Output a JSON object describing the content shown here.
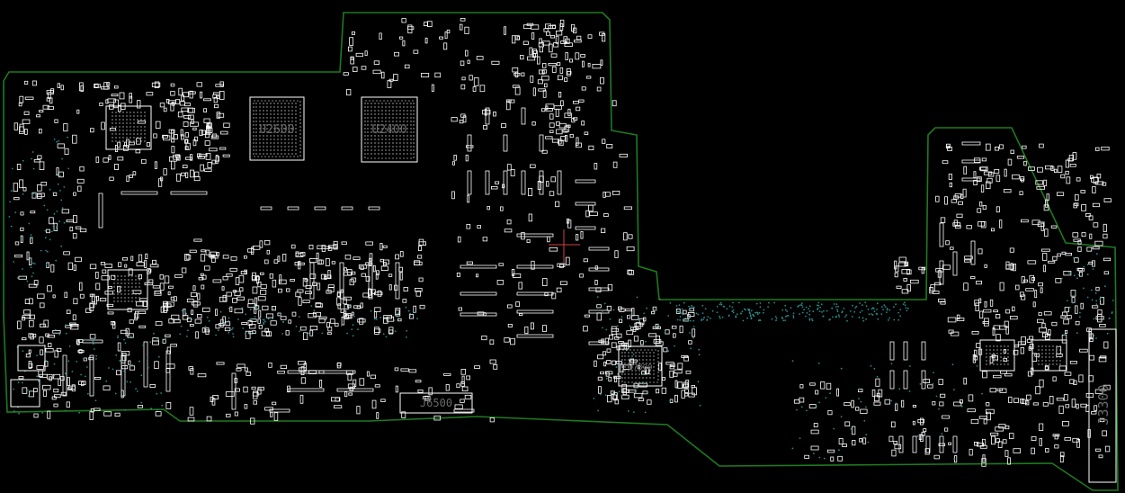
{
  "viewer": {
    "background_color": "#000000",
    "outline_color": "#1f7a1f",
    "part_color": "#ffffff",
    "label_color": "#6a6a6a",
    "via_color": "#2a8a8a",
    "cursor_color": "#d04040"
  },
  "components": {
    "u2600": "U2600",
    "u2400": "U2400",
    "u7800": "U7800",
    "j6500": "J6500",
    "j3300": "J3300"
  }
}
